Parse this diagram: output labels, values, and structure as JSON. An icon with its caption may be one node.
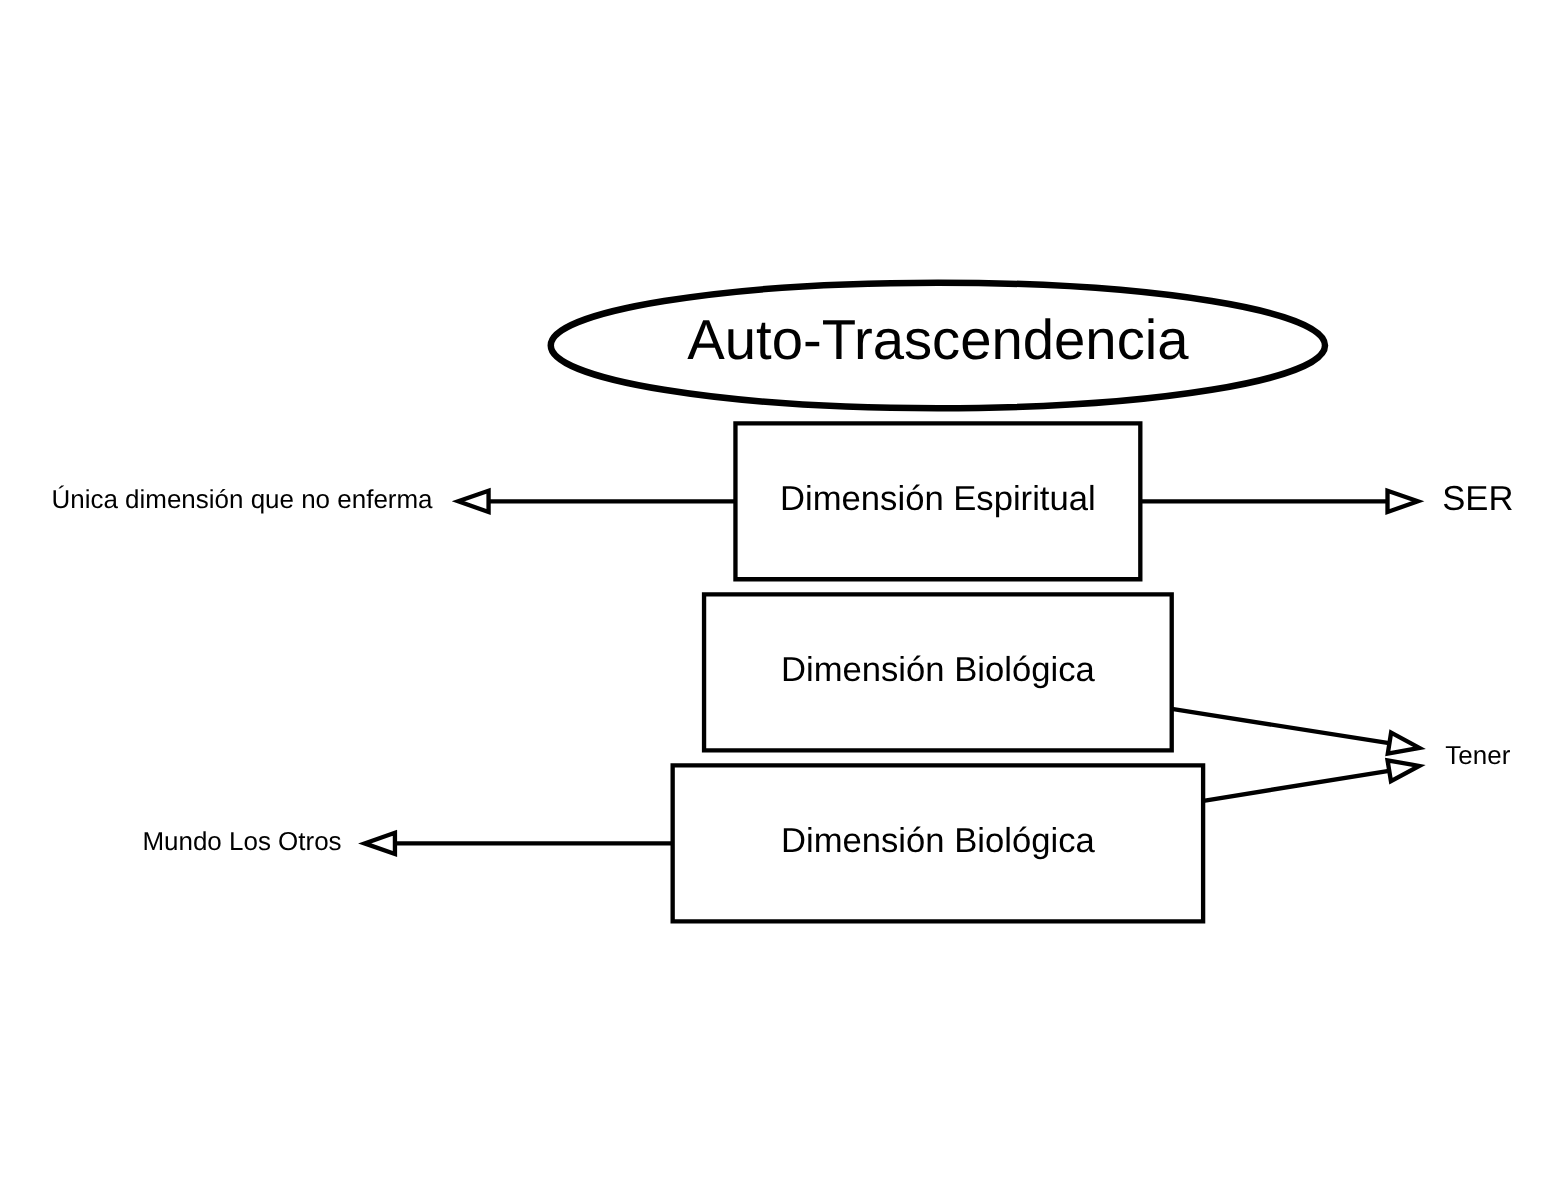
{
  "diagram": {
    "nodes": [
      {
        "text": [
          "Auto-Trascendencia"
        ]
      },
      {
        "text": [
          "Única dimensión que no enferma"
        ]
      },
      {
        "text": [
          "Dimensión Espiritual"
        ]
      },
      {
        "text": [
          "SER"
        ]
      },
      {
        "text": [
          "Dimensión Biológica"
        ]
      },
      {
        "text": [
          "Tener"
        ]
      },
      {
        "text": [
          "Mundo Los Otros"
        ]
      },
      {
        "text": [
          "Dimensión Biológica"
        ]
      }
    ],
    "edges": [
      {
        "from": 2,
        "to": 1,
        "arrow": "to"
      },
      {
        "from": 2,
        "to": 3,
        "arrow": "to"
      },
      {
        "from": 4,
        "to": 5,
        "arrow": "to"
      },
      {
        "from": 7,
        "to": 5,
        "arrow": "to"
      },
      {
        "from": 7,
        "to": 6,
        "arrow": "to"
      }
    ]
  }
}
